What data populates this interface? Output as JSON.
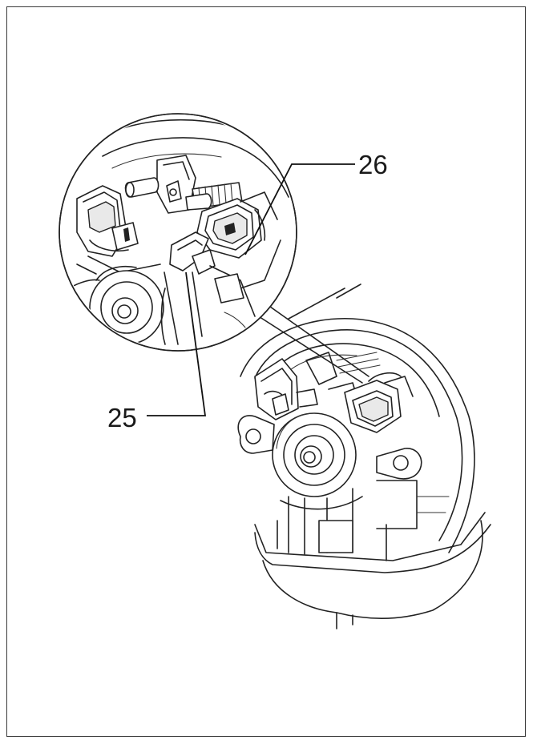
{
  "diagram": {
    "callouts": [
      {
        "id": "26",
        "label": "26"
      },
      {
        "id": "25",
        "label": "25"
      }
    ],
    "colors": {
      "line": "#222222",
      "background": "#ffffff",
      "frame": "#3a3a3a"
    }
  }
}
